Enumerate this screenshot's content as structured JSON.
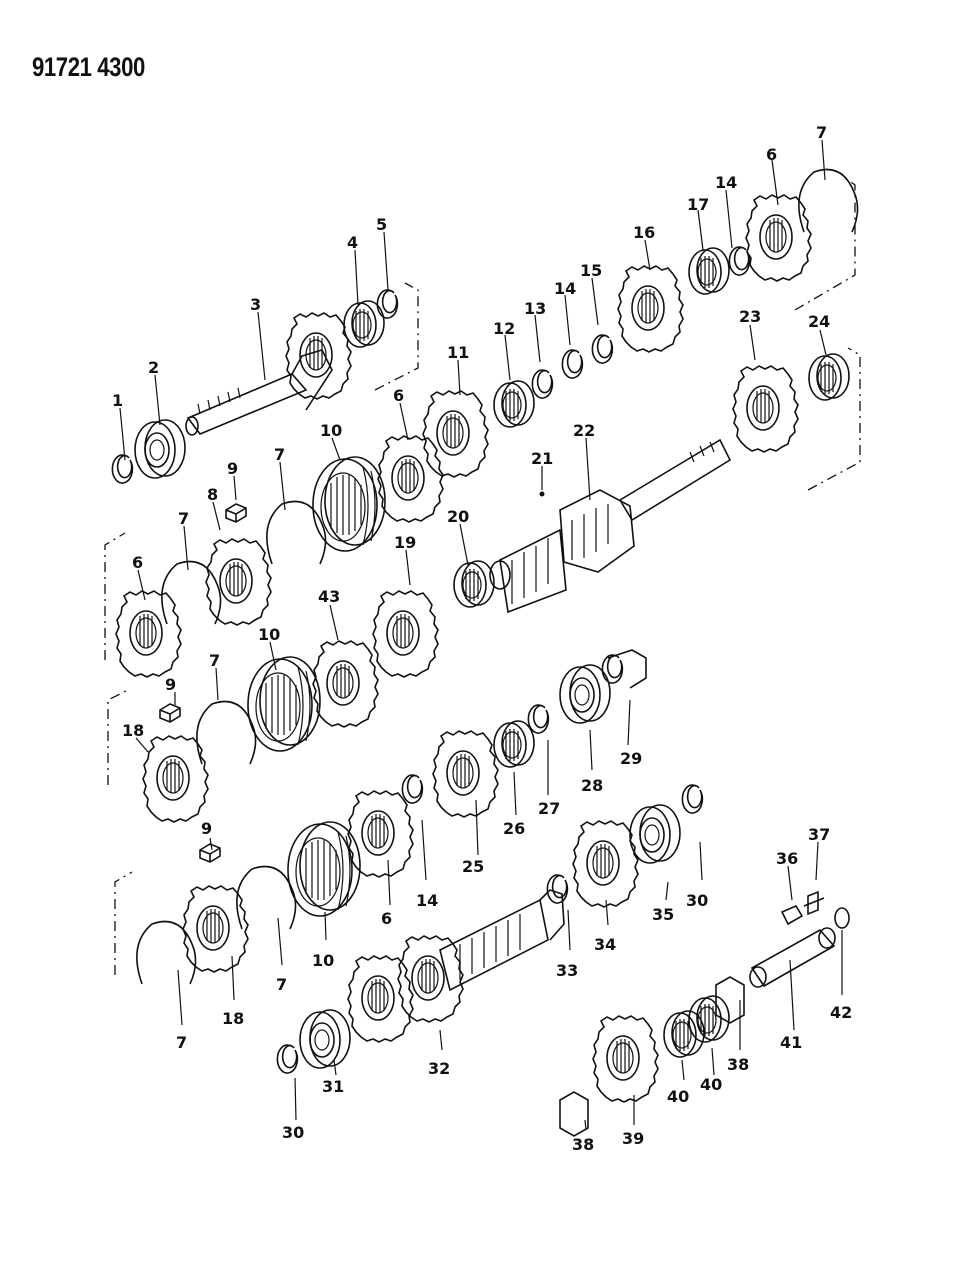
{
  "diagram": {
    "document_code": "91721 4300",
    "callouts": [
      {
        "id": "c1",
        "text": "1"
      },
      {
        "id": "c2",
        "text": "2"
      },
      {
        "id": "c3",
        "text": "3"
      },
      {
        "id": "c4",
        "text": "4"
      },
      {
        "id": "c5",
        "text": "5"
      },
      {
        "id": "c6a",
        "text": "6"
      },
      {
        "id": "c7a",
        "text": "7"
      },
      {
        "id": "c14a",
        "text": "14"
      },
      {
        "id": "c17",
        "text": "17"
      },
      {
        "id": "c16",
        "text": "16"
      },
      {
        "id": "c15",
        "text": "15"
      },
      {
        "id": "c14b",
        "text": "14"
      },
      {
        "id": "c13",
        "text": "13"
      },
      {
        "id": "c12",
        "text": "12"
      },
      {
        "id": "c11",
        "text": "11"
      },
      {
        "id": "c23",
        "text": "23"
      },
      {
        "id": "c24",
        "text": "24"
      },
      {
        "id": "c6b",
        "text": "6"
      },
      {
        "id": "c10a",
        "text": "10"
      },
      {
        "id": "c22",
        "text": "22"
      },
      {
        "id": "c21",
        "text": "21"
      },
      {
        "id": "c9a",
        "text": "9"
      },
      {
        "id": "c7b",
        "text": "7"
      },
      {
        "id": "c8",
        "text": "8"
      },
      {
        "id": "c7c",
        "text": "7"
      },
      {
        "id": "c20",
        "text": "20"
      },
      {
        "id": "c19",
        "text": "19"
      },
      {
        "id": "c6c",
        "text": "6"
      },
      {
        "id": "c43",
        "text": "43"
      },
      {
        "id": "c10b",
        "text": "10"
      },
      {
        "id": "c7d",
        "text": "7"
      },
      {
        "id": "c9b",
        "text": "9"
      },
      {
        "id": "c18a",
        "text": "18"
      },
      {
        "id": "c29",
        "text": "29"
      },
      {
        "id": "c28",
        "text": "28"
      },
      {
        "id": "c27",
        "text": "27"
      },
      {
        "id": "c26",
        "text": "26"
      },
      {
        "id": "c25",
        "text": "25"
      },
      {
        "id": "c14c",
        "text": "14"
      },
      {
        "id": "c6d",
        "text": "6"
      },
      {
        "id": "c9c",
        "text": "9"
      },
      {
        "id": "c37",
        "text": "37"
      },
      {
        "id": "c36",
        "text": "36"
      },
      {
        "id": "c30a",
        "text": "30"
      },
      {
        "id": "c35",
        "text": "35"
      },
      {
        "id": "c34",
        "text": "34"
      },
      {
        "id": "c33",
        "text": "33"
      },
      {
        "id": "c10c",
        "text": "10"
      },
      {
        "id": "c7e",
        "text": "7"
      },
      {
        "id": "c18b",
        "text": "18"
      },
      {
        "id": "c7f",
        "text": "7"
      },
      {
        "id": "c42",
        "text": "42"
      },
      {
        "id": "c41",
        "text": "41"
      },
      {
        "id": "c38a",
        "text": "38"
      },
      {
        "id": "c40a",
        "text": "40"
      },
      {
        "id": "c40b",
        "text": "40"
      },
      {
        "id": "c32",
        "text": "32"
      },
      {
        "id": "c31",
        "text": "31"
      },
      {
        "id": "c30b",
        "text": "30"
      },
      {
        "id": "c38b",
        "text": "38"
      },
      {
        "id": "c39",
        "text": "39"
      }
    ]
  }
}
